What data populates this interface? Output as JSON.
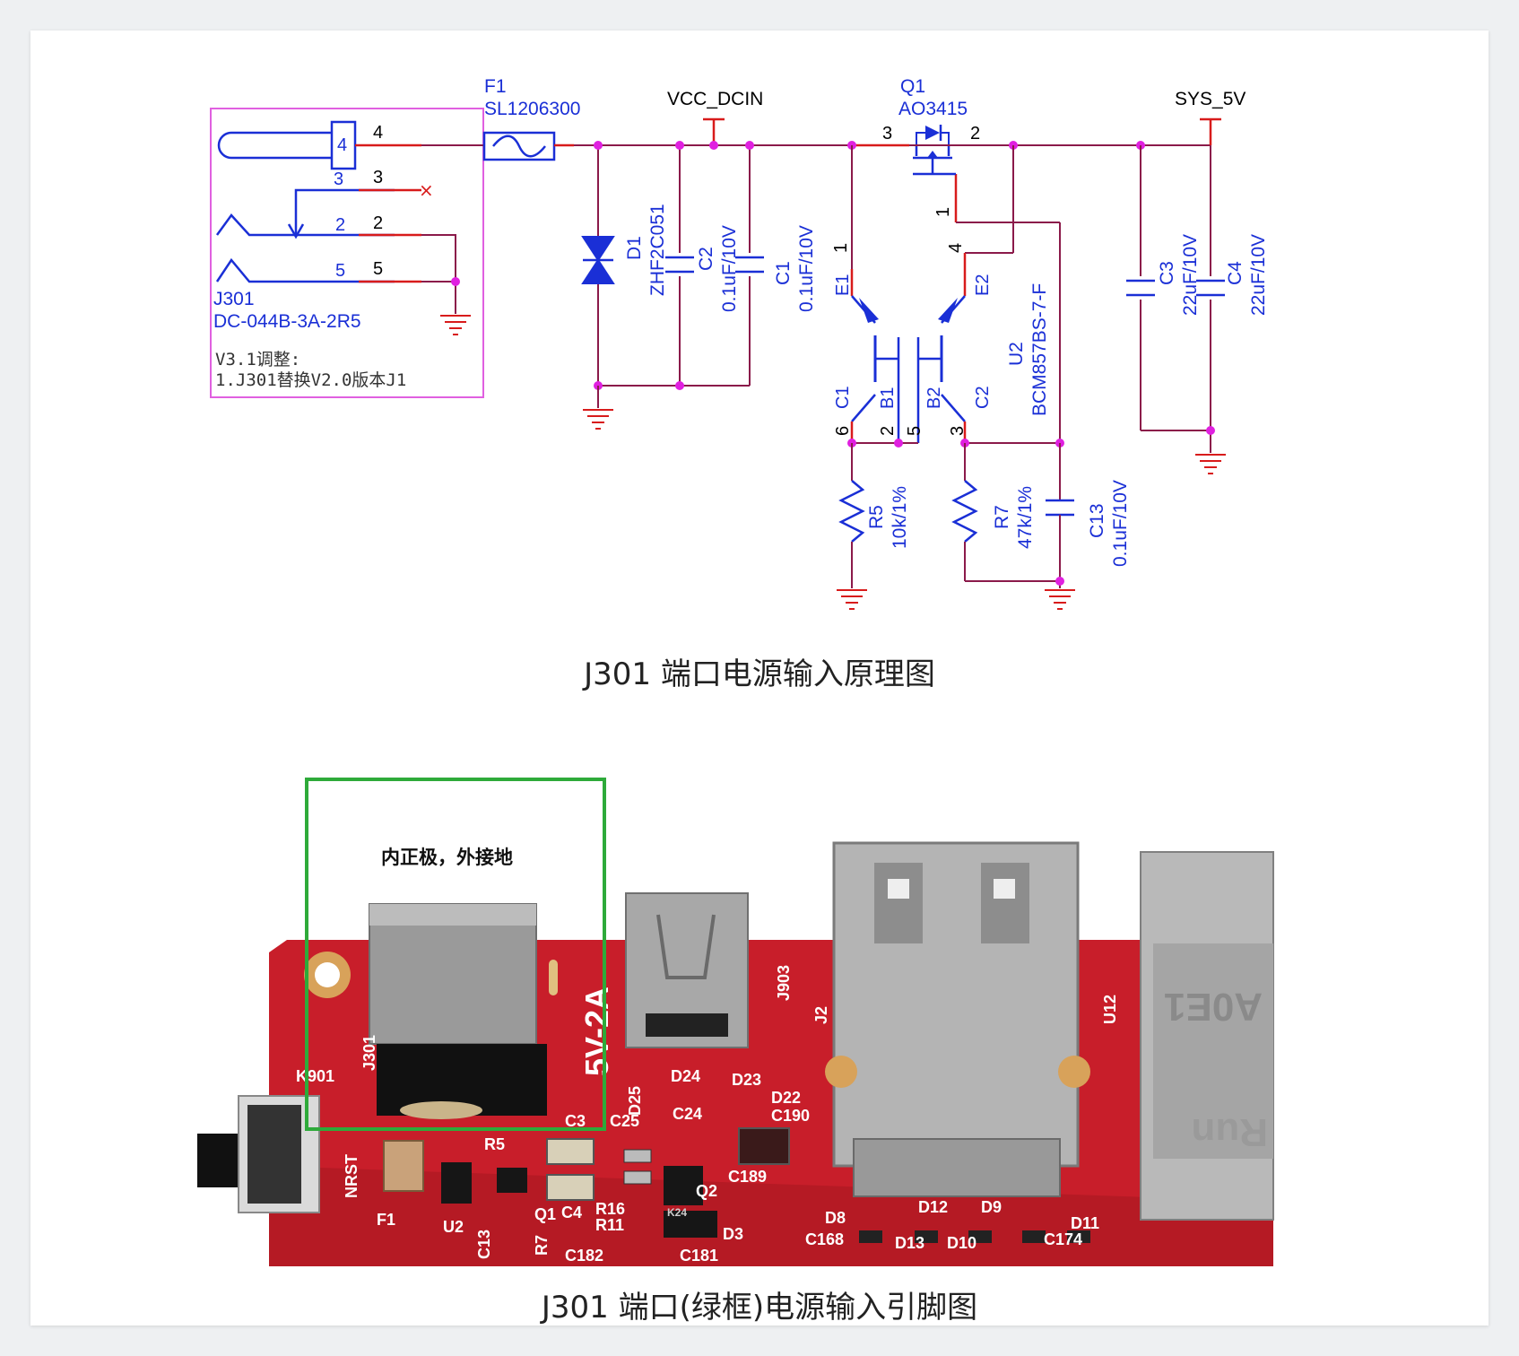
{
  "schematic": {
    "nets": {
      "vcc_dcin": "VCC_DCIN",
      "sys_5v": "SYS_5V"
    },
    "fuse": {
      "ref": "F1",
      "value": "SL1206300"
    },
    "mosfet": {
      "ref": "Q1",
      "value": "AO3415",
      "pins": [
        "3",
        "2",
        "1"
      ]
    },
    "tvs": {
      "ref": "D1",
      "value": "ZHF2C051"
    },
    "capacitors": [
      {
        "ref": "C2",
        "value": "0.1uF/10V"
      },
      {
        "ref": "C1",
        "value": "0.1uF/10V"
      },
      {
        "ref": "C3",
        "value": "22uF/10V"
      },
      {
        "ref": "C4",
        "value": "22uF/10V"
      },
      {
        "ref": "C13",
        "value": "0.1uF/10V"
      }
    ],
    "resistors": [
      {
        "ref": "R5",
        "value": "10k/1%"
      },
      {
        "ref": "R7",
        "value": "47k/1%"
      }
    ],
    "transistor_pair": {
      "ref": "U2",
      "value": "BCM857BS-7-F",
      "pin_labels": [
        "E1",
        "E2",
        "C1",
        "B1",
        "B2",
        "C2"
      ],
      "pin_numbers": [
        "1",
        "4",
        "6",
        "2",
        "5",
        "3"
      ]
    },
    "connector": {
      "ref": "J301",
      "value": "DC-044B-3A-2R5",
      "pin_box": "4",
      "pins": [
        {
          "inner": "4",
          "outer": "4"
        },
        {
          "inner": "3",
          "outer": "3"
        },
        {
          "inner": "2",
          "outer": "2"
        },
        {
          "inner": "5",
          "outer": "5"
        }
      ],
      "note_line1": "V3.1调整:",
      "note_line2": "1.J301替换V2.0版本J1"
    },
    "caption": "J301 端口电源输入原理图"
  },
  "photo": {
    "annotation": "内正极，外接地",
    "silkscreen": {
      "rating": "5V-2A",
      "j301": "J301",
      "k901": "K901",
      "nrst": "NRST",
      "j903": "J903",
      "j2": "J2",
      "u12": "U12",
      "module": "A0E1",
      "c3": "C3",
      "c25": "C25",
      "d25": "D25",
      "d24": "D24",
      "d23": "D23",
      "d22": "D22",
      "c24": "C24",
      "c190": "C190",
      "r5": "R5",
      "c189": "C189",
      "q2": "Q2",
      "r16": "R16",
      "r11": "R11",
      "d3": "D3",
      "c4": "C4",
      "q1": "Q1",
      "u2": "U2",
      "f1": "F1",
      "c13": "C13",
      "r7": "R7",
      "c182": "C182",
      "c181": "C181",
      "d8": "D8",
      "d12": "D12",
      "d9": "D9",
      "d11": "D11",
      "c168": "C168",
      "d13": "D13",
      "d10": "D10",
      "c174": "C174",
      "brand": "Run",
      "k24": "K24"
    },
    "caption": "J301 端口(绿框)电源输入引脚图"
  },
  "colors": {
    "wire": "#8b1a4a",
    "component": "#1a2fd6",
    "pin_stub": "#d81b1b",
    "junction": "#e020e0",
    "frame": "#e060e0",
    "green_box": "#2eaa3a",
    "pcb": "#c81e2a"
  }
}
